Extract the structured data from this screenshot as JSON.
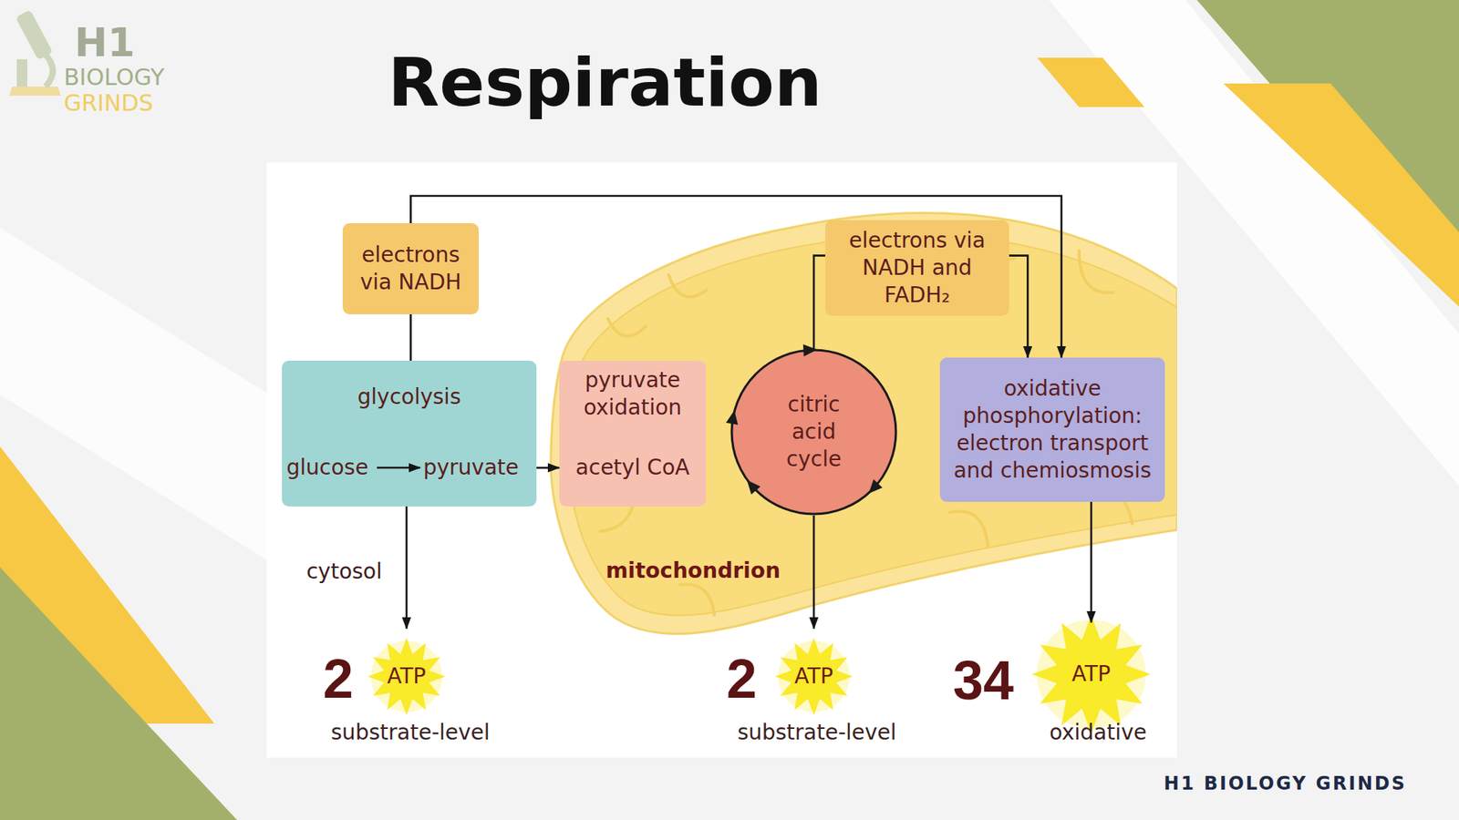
{
  "diagram": {
    "title": "Respiration",
    "nodes": [
      {
        "text": [
          "electrons via NADH"
        ]
      },
      {
        "text": [
          "glycolysis",
          "glucose",
          "pyruvate"
        ]
      },
      {
        "text": [
          "pyruvate oxidation",
          "acetyl CoA"
        ]
      },
      {
        "text": [
          "citric acid cycle"
        ]
      },
      {
        "text": [
          "electrons via NADH and FADH₂"
        ]
      },
      {
        "text": [
          "oxidative phosphorylation: electron transport and chemiosmosis"
        ]
      },
      {
        "text": [
          "2",
          "ATP",
          "substrate-level"
        ]
      },
      {
        "text": [
          "2",
          "ATP",
          "substrate-level"
        ]
      },
      {
        "text": [
          "34",
          "ATP",
          "oxidative"
        ]
      }
    ],
    "edges": [
      {
        "from": 1,
        "to": 0,
        "arrow": "none"
      },
      {
        "from": 0,
        "to": 5,
        "arrow": "to"
      },
      {
        "from": 1,
        "to": 2,
        "arrow": "to"
      },
      {
        "from": 1,
        "to": 6,
        "arrow": "to"
      },
      {
        "from": 3,
        "to": 4,
        "arrow": "none"
      },
      {
        "from": 4,
        "to": 5,
        "arrow": "to"
      },
      {
        "from": 3,
        "to": 7,
        "arrow": "to"
      },
      {
        "from": 5,
        "to": 8,
        "arrow": "to"
      }
    ],
    "labels": [
      "H1",
      "BIOLOGY",
      "GRINDS",
      "cytosol",
      "mitochondrion",
      "H1 BIOLOGY GRINDS"
    ]
  }
}
